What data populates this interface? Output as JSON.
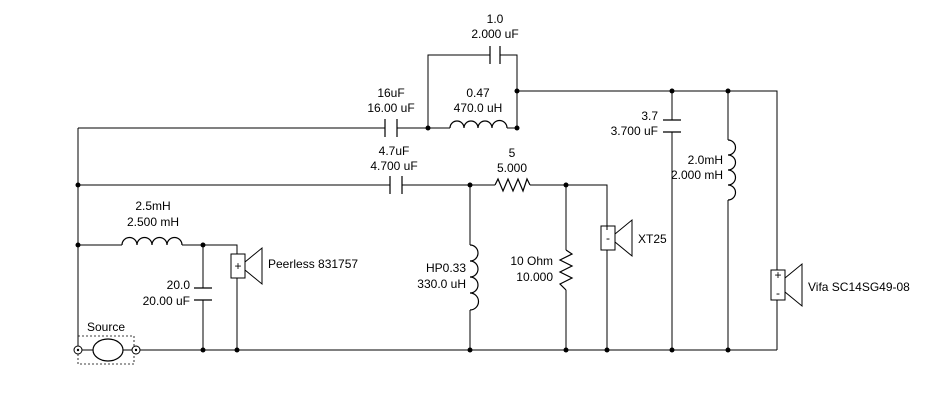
{
  "components": {
    "c_top": {
      "name": "1.0",
      "value": "2.000 uF"
    },
    "c_16": {
      "name": "16uF",
      "value": "16.00 uF"
    },
    "l_047": {
      "name": "0.47",
      "value": "470.0 uH"
    },
    "c_37": {
      "name": "3.7",
      "value": "3.700 uF"
    },
    "l_2mh": {
      "name": "2.0mH",
      "value": "2.000 mH"
    },
    "c_47": {
      "name": "4.7uF",
      "value": "4.700 uF"
    },
    "r_5": {
      "name": "5",
      "value": "5.000"
    },
    "l_25": {
      "name": "2.5mH",
      "value": "2.500 mH"
    },
    "l_hp": {
      "name": "HP0.33",
      "value": "330.0 uH"
    },
    "r_10": {
      "name": "10 Ohm",
      "value": "10.000"
    },
    "c_20": {
      "name": "20.0",
      "value": "20.00 uF"
    }
  },
  "drivers": {
    "peerless": {
      "label": "Peerless 831757",
      "pos": "+"
    },
    "xt25": {
      "label": "XT25",
      "neg": "-"
    },
    "vifa": {
      "label": "Vifa SC14SG49-08",
      "pos": "+",
      "neg": "-"
    }
  },
  "source": {
    "label": "Source"
  }
}
